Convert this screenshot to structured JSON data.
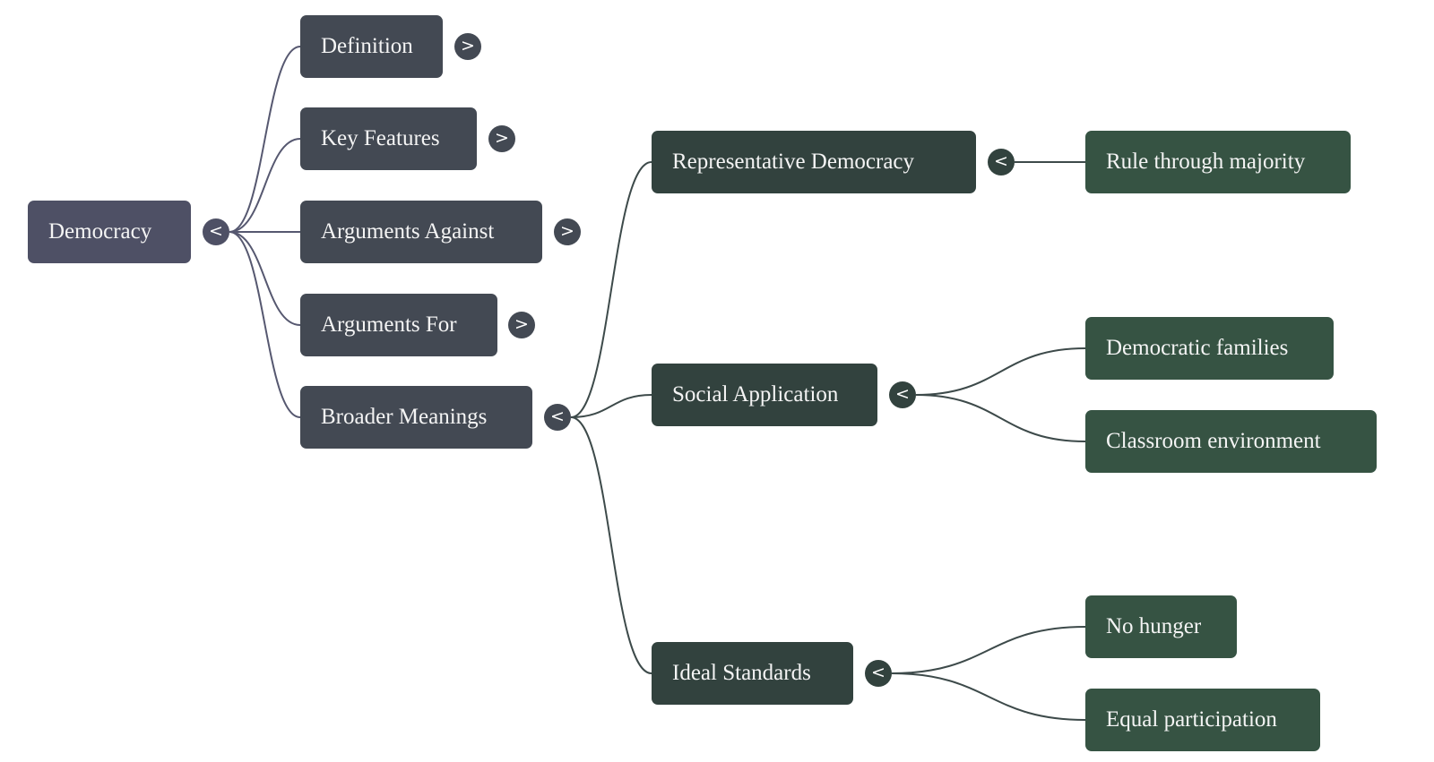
{
  "mindmap": {
    "root": {
      "label": "Democracy",
      "toggle": "<",
      "color": "#4e5065"
    },
    "level1": [
      {
        "label": "Definition",
        "toggle": ">"
      },
      {
        "label": "Key Features",
        "toggle": ">"
      },
      {
        "label": "Arguments Against",
        "toggle": ">"
      },
      {
        "label": "Arguments For",
        "toggle": ">"
      },
      {
        "label": "Broader Meanings",
        "toggle": "<"
      }
    ],
    "level2": [
      {
        "label": "Representative Democracy",
        "toggle": "<"
      },
      {
        "label": "Social Application",
        "toggle": "<"
      },
      {
        "label": "Ideal Standards",
        "toggle": "<"
      }
    ],
    "level3": [
      {
        "label": "Rule through majority"
      },
      {
        "label": "Democratic families"
      },
      {
        "label": "Classroom environment"
      },
      {
        "label": "No hunger"
      },
      {
        "label": "Equal participation"
      }
    ],
    "colors": {
      "root": "#4e5065",
      "level1": "#434953",
      "level2": "#32423e",
      "level3": "#365343",
      "root_links": "#565870",
      "level2_links": "#3d4a4a"
    }
  }
}
